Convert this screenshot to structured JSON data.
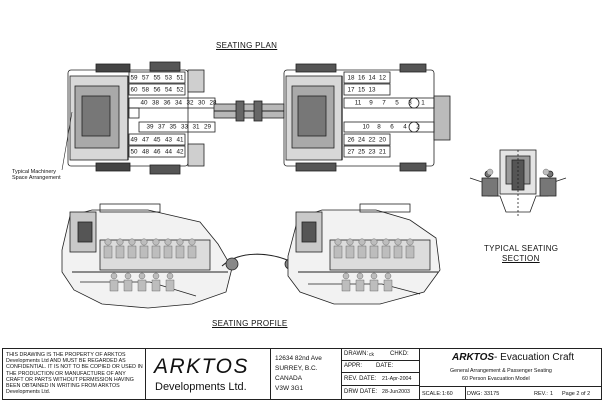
{
  "views": {
    "seating_plan": "SEATING PLAN",
    "seating_profile": "SEATING PROFILE",
    "typical_section": [
      "TYPICAL SEATING",
      "SECTION"
    ],
    "machinery_note": [
      "Typical Machinery",
      "Space Arrangement"
    ]
  },
  "seats": {
    "left_top": [
      "59",
      "57",
      "55",
      "53",
      "51"
    ],
    "left_row2": [
      "60",
      "58",
      "56",
      "54",
      "52"
    ],
    "left_mid_a": [
      "40",
      "38",
      "36",
      "34",
      "32",
      "30",
      "28"
    ],
    "left_mid_b": [
      "39",
      "37",
      "35",
      "33",
      "31",
      "29"
    ],
    "left_row5": [
      "49",
      "47",
      "45",
      "43",
      "41"
    ],
    "left_bottom": [
      "50",
      "48",
      "46",
      "44",
      "42"
    ],
    "right_top": [
      "18",
      "16",
      "14",
      "12"
    ],
    "right_row2": [
      "17",
      "15",
      "13"
    ],
    "right_mid_a": [
      "11",
      "9",
      "7",
      "5",
      "3",
      "1"
    ],
    "right_mid_b": [
      "10",
      "8",
      "6",
      "4",
      "2"
    ],
    "right_row5": [
      "26",
      "24",
      "22",
      "20"
    ],
    "right_bottom": [
      "27",
      "25",
      "23",
      "21"
    ]
  },
  "title_block": {
    "disclaimer": [
      "THIS DRAWING IS THE PROPERTY OF ARKTOS",
      "Developments Ltd AND MUST BE REGARDED AS",
      "CONFIDENTIAL. IT IS NOT TO BE COPIED OR USED IN",
      "THE PRODUCTION OR MANUFACTURE OF ANY",
      "CRAFT OR PARTS WITHOUT PERMISSION HAVING",
      "BEEN OBTAINED IN WRITING FROM ARKTOS",
      "Developments Ltd."
    ],
    "company": "ARKTOS",
    "company_sub": "Developments Ltd.",
    "address": [
      "12634 82nd Ave",
      "SURREY, B.C.",
      "CANADA",
      "V3W 3G1"
    ],
    "drawn_label": "DRAWN:",
    "drawn_value": "ck",
    "chkd_label": "CHKD:",
    "appr_label": "APPR:",
    "date_label": "DATE:",
    "rev_date_label": "REV. DATE:",
    "rev_date_value": "21-Apr-2004",
    "drw_date_label": "DRW DATE:",
    "drw_date_value": "28-Jun2003",
    "scale_label": "SCALE:",
    "scale_value": "1:60",
    "title_brand": "ARKTOS",
    "title_main": "- Evacuation Craft",
    "subtitle1": "General Arrangement & Passenger Seating",
    "subtitle2": "60 Person Evacuation Model",
    "dwg_label": "DWG:",
    "dwg_value": "33175",
    "rev_label": "REV.:",
    "rev_value": "1",
    "page": "Page 2 of 2"
  }
}
